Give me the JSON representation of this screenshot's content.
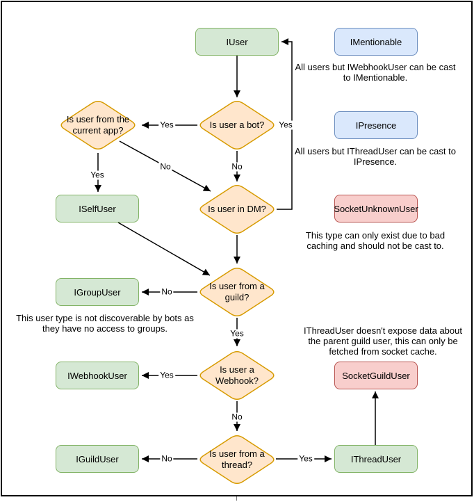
{
  "diagram": {
    "nodes": {
      "iuser": {
        "label": "IUser",
        "kind": "green"
      },
      "imentionable": {
        "label": "IMentionable",
        "kind": "blue"
      },
      "ipresence": {
        "label": "IPresence",
        "kind": "blue"
      },
      "iselfuser": {
        "label": "ISelfUser",
        "kind": "green"
      },
      "socketunknownuser": {
        "label": "SocketUnknownUser",
        "kind": "red"
      },
      "igroupuser": {
        "label": "IGroupUser",
        "kind": "green"
      },
      "iwebhookuser": {
        "label": "IWebhookUser",
        "kind": "green"
      },
      "socketguilduser": {
        "label": "SocketGuildUser",
        "kind": "red"
      },
      "iguilduser": {
        "label": "IGuildUser",
        "kind": "green"
      },
      "ithreaduser": {
        "label": "IThreadUser",
        "kind": "green"
      }
    },
    "decisions": {
      "is_bot": {
        "label": "Is user a bot?"
      },
      "is_current_app": {
        "label": "Is user from the current app?"
      },
      "is_dm": {
        "label": "Is user in DM?"
      },
      "is_guild": {
        "label": "Is user from a guild?"
      },
      "is_webhook": {
        "label": "Is user a Webhook?"
      },
      "is_thread": {
        "label": "Is user from a thread?"
      }
    },
    "notes": {
      "mentionable": "All users but IWebhookUser can be cast to IMentionable.",
      "presence": "All users but IThreadUser can be cast to IPresence.",
      "unknown_user": "This type can only exist due to bad caching and should not be cast to.",
      "group_user": "This user type is not discoverable by bots as they have no access to groups.",
      "thread_user": "IThreadUser doesn't expose data about the parent guild user, this can only be fetched from socket cache."
    },
    "edge_labels": {
      "bot_yes": "Yes",
      "bot_no": "No",
      "dm_yes": "Yes",
      "app_no": "No",
      "app_yes": "Yes",
      "guild_no": "No",
      "guild_yes": "Yes",
      "webhook_yes": "Yes",
      "webhook_no": "No",
      "thread_no": "No",
      "thread_yes": "Yes"
    },
    "colors": {
      "interface_fill": "#d5e8d4",
      "interface_stroke": "#82b366",
      "castable_fill": "#dae8fc",
      "castable_stroke": "#6c8ebf",
      "socket_fill": "#f8cecc",
      "socket_stroke": "#b85450",
      "decision_fill": "#ffe6cc",
      "decision_stroke": "#d79b00",
      "edge": "#000000"
    }
  }
}
